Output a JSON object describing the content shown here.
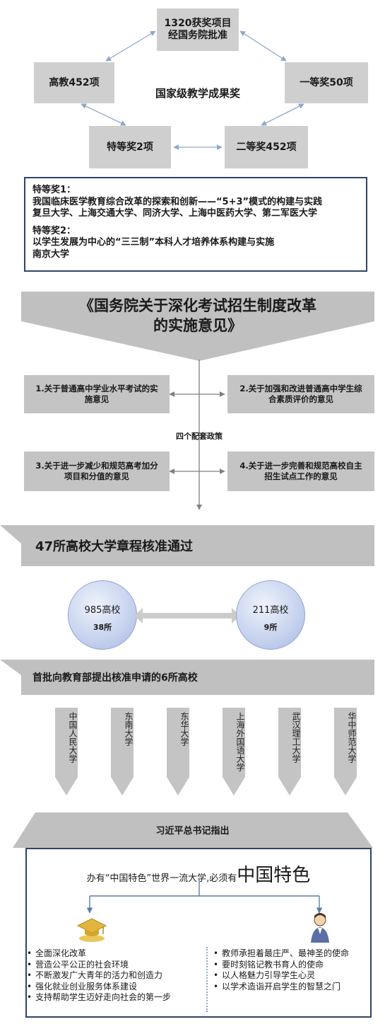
{
  "section1": {
    "center_title": "国家级教学成果奖",
    "top": [
      "1320获奖项目",
      "经国务院批准"
    ],
    "left": "高教452项",
    "right": "一等奖50项",
    "bottom_left": "特等奖2项",
    "bottom_right": "二等奖452项",
    "detail": {
      "award1_head": "特等奖1：",
      "award1_title": "我国临床医学教育综合改革的探索和创新——“5+3”模式的构建与实践",
      "award1_units": "复旦大学、上海交通大学、同济大学、上海中医药大学、第二军医大学",
      "award2_head": "特等奖2：",
      "award2_title": "以学生发展为中心的“三三制”本科人才培养体系构建与实施",
      "award2_units": "南京大学"
    }
  },
  "section2": {
    "title_line1": "《国务院关于深化考试招生制度改革",
    "title_line2": "的实施意见》",
    "center_label": "四个配套政策",
    "policies": [
      [
        "1.关于普通高中学业水平考试的实",
        "施意见"
      ],
      [
        "2.关于加强和改进普通高中学生综",
        "合素质评价的意见"
      ],
      [
        "3.关于进一步减少和规范高考加分",
        "项目和分值的意见"
      ],
      [
        "4.关于进一步完善和规范高校自主",
        "招生试点工作的意见"
      ]
    ]
  },
  "section3": {
    "title": "47所高校大学章程核准通过",
    "circle_left": {
      "name": "985高校",
      "count": "38所"
    },
    "circle_right": {
      "name": "211高校",
      "count": "9所"
    },
    "subtitle": "首批向教育部提出核准申请的6所高校",
    "schools": [
      "中国人民大学",
      "东南大学",
      "东华大学",
      "上海外国语大学",
      "武汉理工大学",
      "华中师范大学"
    ]
  },
  "section4": {
    "header": "习近平总书记指出",
    "quote_prefix": "办有“中国特色”世界一流大学,必须有",
    "quote_emph": "中国特色",
    "left_items": [
      "全面深化改革",
      "营造公平公正的社会环境",
      "不断激发广大青年的活力和创造力",
      "强化就业创业服务体系建设",
      "支持帮助学生迈好走向社会的第一步"
    ],
    "right_items": [
      "教师承担着最庄严、最神圣的使命",
      "要时刻铭记教书育人的使命",
      "以人格魅力引导学生心灵",
      "以学术造诣开启学生的智慧之门"
    ]
  },
  "colors": {
    "box_gray": "#cfcfcf",
    "banner_gray": "#c0c0c0",
    "frame_navy": "#2f4565",
    "arrow_blue": "#8fa8c8"
  }
}
